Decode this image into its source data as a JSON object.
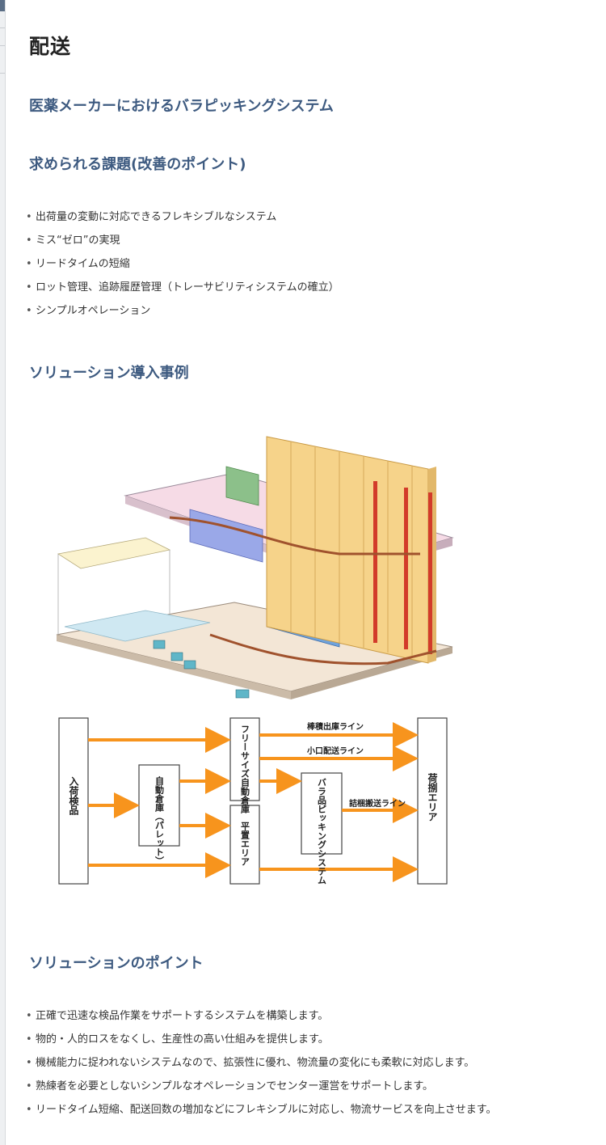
{
  "page_title": "配送",
  "headings": {
    "case_title": "医薬メーカーにおけるバラピッキングシステム",
    "issues": "求められる課題(改善のポイント)",
    "solution_case": "ソリューション導入事例",
    "solution_points": "ソリューションのポイント"
  },
  "issues_list": [
    "出荷量の変動に対応できるフレキシブルなシステム",
    "ミス“ゼロ”の実現",
    "リードタイムの短縮",
    "ロット管理、追跡履歴管理（トレーサビリティシステムの確立）",
    "シンプルオペレーション"
  ],
  "flow": {
    "receiving": "入荷検品",
    "auto_pallet": "自動倉庫（パレット）",
    "free_size": "フリーサイズ自動倉庫",
    "flat_area": "平置エリア",
    "piece_picking": "バラ品ピッキングシステム",
    "shipping_area": "荷捌エリア",
    "line_stick": "棒積出庫ライン",
    "line_small": "小口配送ライン",
    "line_pack": "詰梱搬送ライン"
  },
  "points_list": [
    "正確で迅速な検品作業をサポートするシステムを構築します。",
    "物的・人的ロスをなくし、生産性の高い仕組みを提供します。",
    "機械能力に捉われないシステムなので、拡張性に優れ、物流量の変化にも柔軟に対応します。",
    "熟練者を必要としないシンプルなオペレーションでセンター運営をサポートします。",
    "リードタイム短縮、配送回数の増加などにフレキシブルに対応し、物流サービスを向上させます。"
  ],
  "colors": {
    "heading": "#3d5a80",
    "arrow": "#f7941d",
    "rack": "#f6d38a",
    "rack_red": "#d23b2a"
  }
}
